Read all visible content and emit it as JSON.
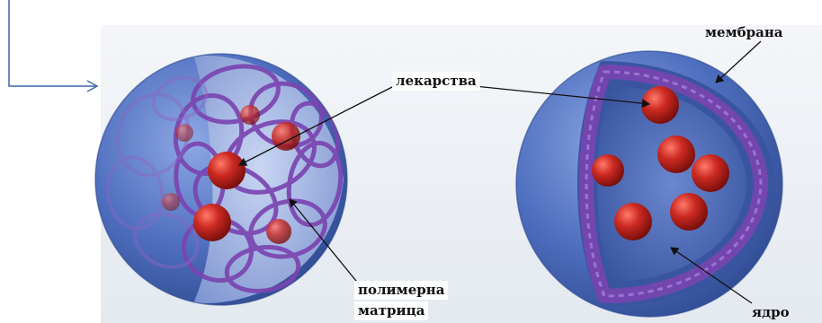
{
  "labels": {
    "drugs": "лекарства",
    "polymer_matrix_line1": "полимерна",
    "polymer_matrix_line2": "матрица",
    "membrane": "мембрана",
    "core": "ядро"
  },
  "colors": {
    "background": "#eef2f6",
    "sphere_blue": "#3f5fae",
    "polymer_purple": "#7a45b0",
    "drug_red": "#b8221e",
    "connector_line": "#3a67a8"
  },
  "icons": [
    "nanosphere-polymer-matrix",
    "nanocapsule-membrane-core",
    "connector-arrow"
  ]
}
